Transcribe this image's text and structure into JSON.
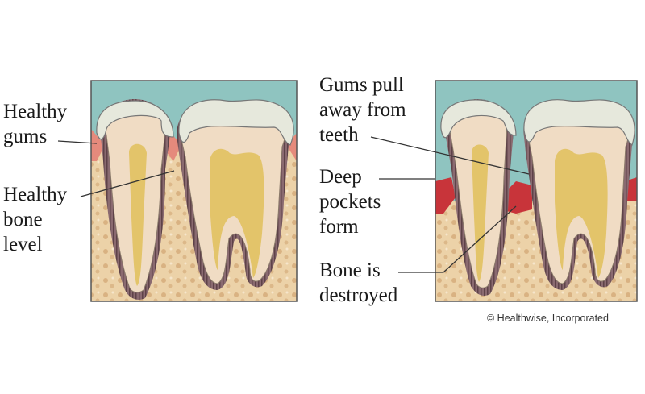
{
  "left_panel": {
    "labels": {
      "healthy_gums": [
        "Healthy",
        "gums"
      ],
      "healthy_bone_level": [
        "Healthy",
        "bone",
        "level"
      ]
    }
  },
  "right_panel": {
    "labels": {
      "gums_pull_away": [
        "Gums pull",
        "away from",
        "teeth"
      ],
      "deep_pockets": [
        "Deep",
        "pockets",
        "form"
      ],
      "bone_destroyed": [
        "Bone is",
        "destroyed"
      ]
    }
  },
  "copyright": "© Healthwise, Incorporated",
  "colors": {
    "background_sky": "#8fc4c0",
    "enamel": "#e6e8dc",
    "dentin": "#f0dcc4",
    "pulp": "#e3c46a",
    "gum_healthy": "#e58a7c",
    "gum_inflamed": "#c8343a",
    "ligament": "#7a5c62",
    "bone": "#ecd2a8"
  }
}
